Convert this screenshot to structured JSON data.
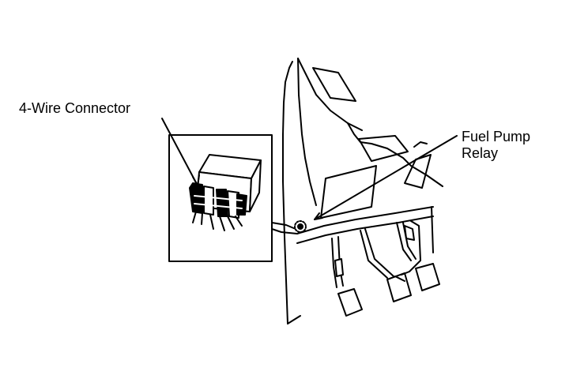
{
  "labels": {
    "connector": "4-Wire Connector",
    "relay_line1": "Fuel Pump",
    "relay_line2": "Relay"
  },
  "colors": {
    "ink": "#000000",
    "paper": "#ffffff"
  }
}
